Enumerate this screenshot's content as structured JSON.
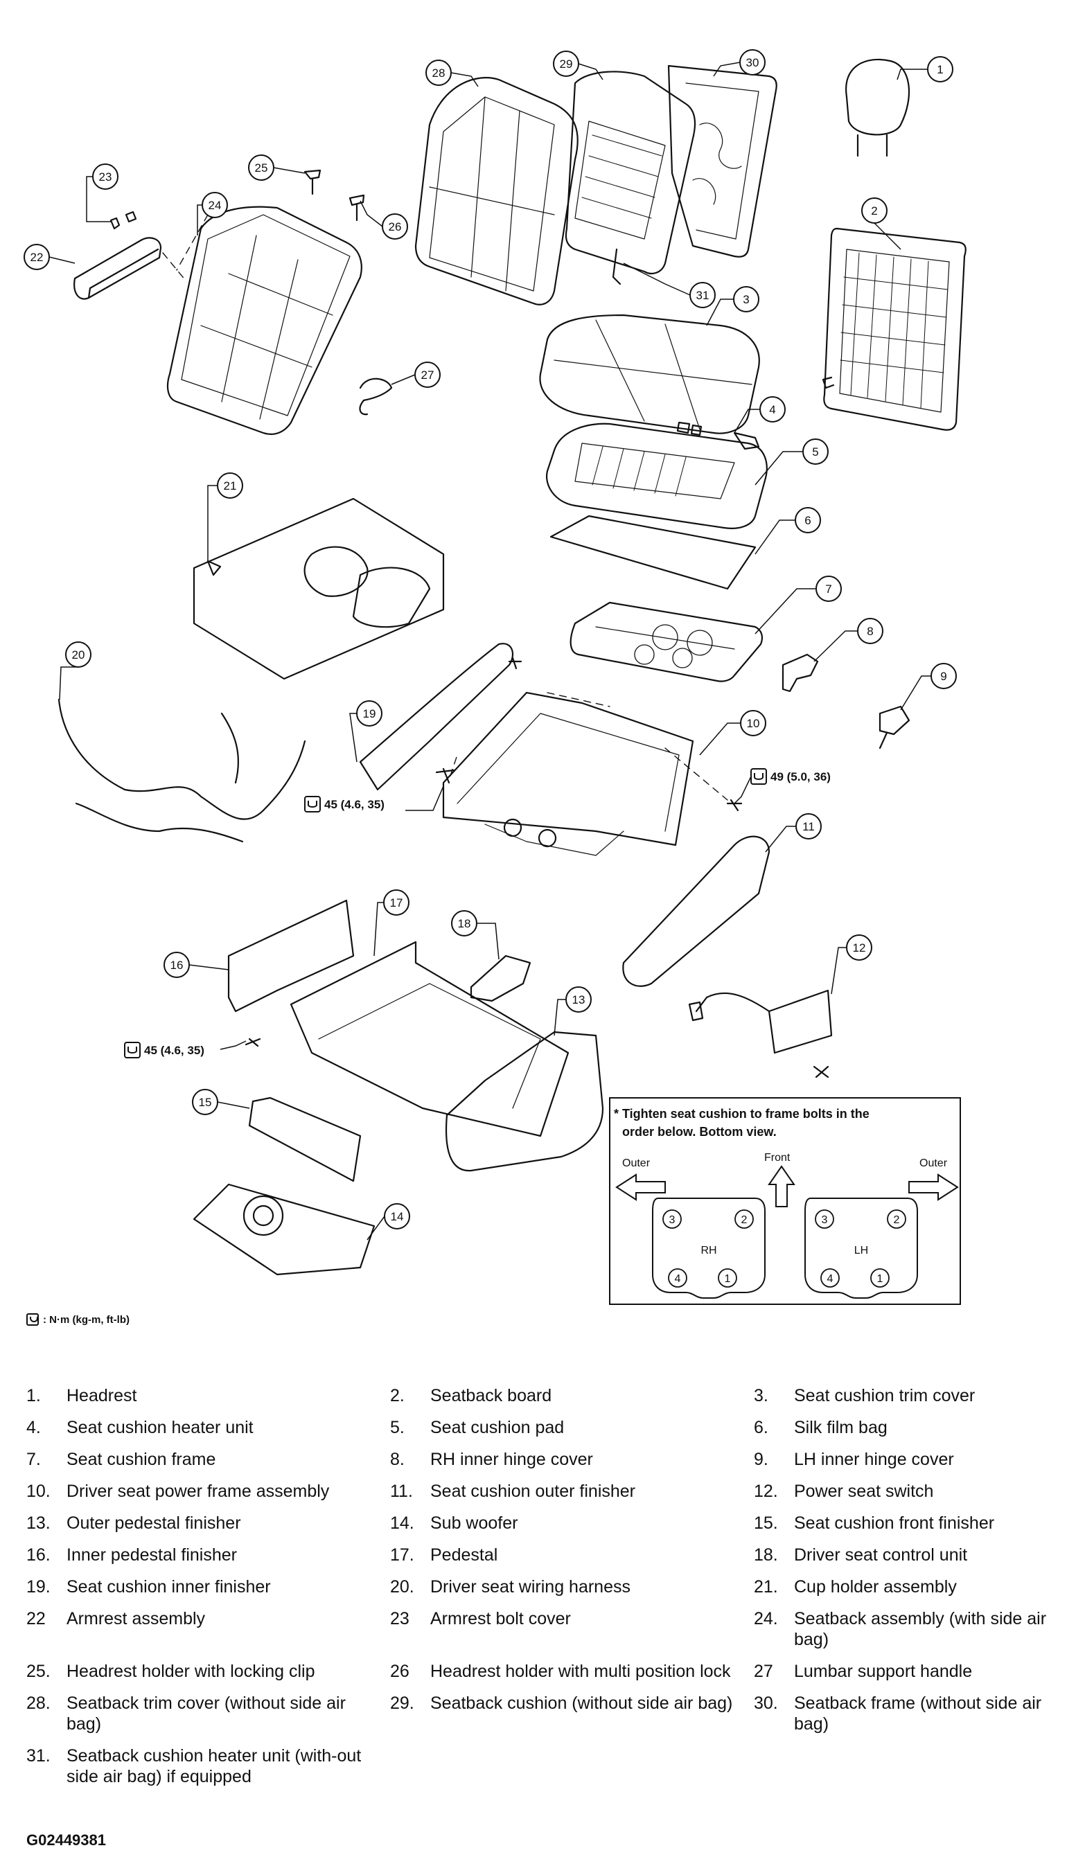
{
  "callouts": [
    "1",
    "2",
    "3",
    "4",
    "5",
    "6",
    "7",
    "8",
    "9",
    "10",
    "11",
    "12",
    "13",
    "14",
    "15",
    "16",
    "17",
    "18",
    "19",
    "20",
    "21",
    "22",
    "23",
    "24",
    "25",
    "26",
    "27",
    "28",
    "29",
    "30",
    "31"
  ],
  "torque_labels": [
    "45 (4.6, 35)",
    "49 (5.0, 36)",
    "45 (4.6, 35)"
  ],
  "note": {
    "star": "*",
    "line1": "Tighten seat cushion to frame bolts in the",
    "line2": "order below. Bottom view.",
    "outer_left": "Outer",
    "front": "Front",
    "outer_right": "Outer",
    "rh": "RH",
    "lh": "LH",
    "bolt_numbers": [
      "1",
      "2",
      "3",
      "4"
    ]
  },
  "legend": {
    "text": ": N·m (kg-m, ft-lb)"
  },
  "parts": [
    {
      "num": "1.",
      "name": "Headrest"
    },
    {
      "num": "2.",
      "name": "Seatback board"
    },
    {
      "num": "3.",
      "name": "Seat cushion trim cover"
    },
    {
      "num": "4.",
      "name": "Seat cushion heater unit"
    },
    {
      "num": "5.",
      "name": "Seat cushion pad"
    },
    {
      "num": "6.",
      "name": "Silk film bag"
    },
    {
      "num": "7.",
      "name": "Seat cushion frame"
    },
    {
      "num": "8.",
      "name": "RH inner hinge cover"
    },
    {
      "num": "9.",
      "name": "LH inner hinge cover"
    },
    {
      "num": "10.",
      "name": "Driver seat power frame assembly"
    },
    {
      "num": "11.",
      "name": "Seat cushion outer finisher"
    },
    {
      "num": "12.",
      "name": "Power seat switch"
    },
    {
      "num": "13.",
      "name": "Outer pedestal finisher"
    },
    {
      "num": "14.",
      "name": "Sub woofer"
    },
    {
      "num": "15.",
      "name": "Seat cushion front finisher"
    },
    {
      "num": "16.",
      "name": "Inner pedestal finisher"
    },
    {
      "num": "17.",
      "name": "Pedestal"
    },
    {
      "num": "18.",
      "name": "Driver seat control unit"
    },
    {
      "num": "19.",
      "name": "Seat cushion inner finisher"
    },
    {
      "num": "20.",
      "name": "Driver seat wiring harness"
    },
    {
      "num": "21.",
      "name": "Cup holder assembly"
    },
    {
      "num": "22",
      "name": "Armrest assembly"
    },
    {
      "num": "23",
      "name": "Armrest bolt cover"
    },
    {
      "num": "24.",
      "name": "Seatback assembly (with side air bag)"
    },
    {
      "num": "25.",
      "name": "Headrest holder with locking clip"
    },
    {
      "num": "26",
      "name": "Headrest holder with multi position lock"
    },
    {
      "num": "27",
      "name": "Lumbar support handle"
    },
    {
      "num": "28.",
      "name": "Seatback trim cover (without side air bag)"
    },
    {
      "num": "29.",
      "name": "Seatback cushion (without side air bag)"
    },
    {
      "num": "30.",
      "name": "Seatback frame (without side air bag)"
    },
    {
      "num": "31.",
      "name": "Seatback cushion heater unit (with-out side air bag) if equipped"
    }
  ],
  "figure_id": "G02449381"
}
